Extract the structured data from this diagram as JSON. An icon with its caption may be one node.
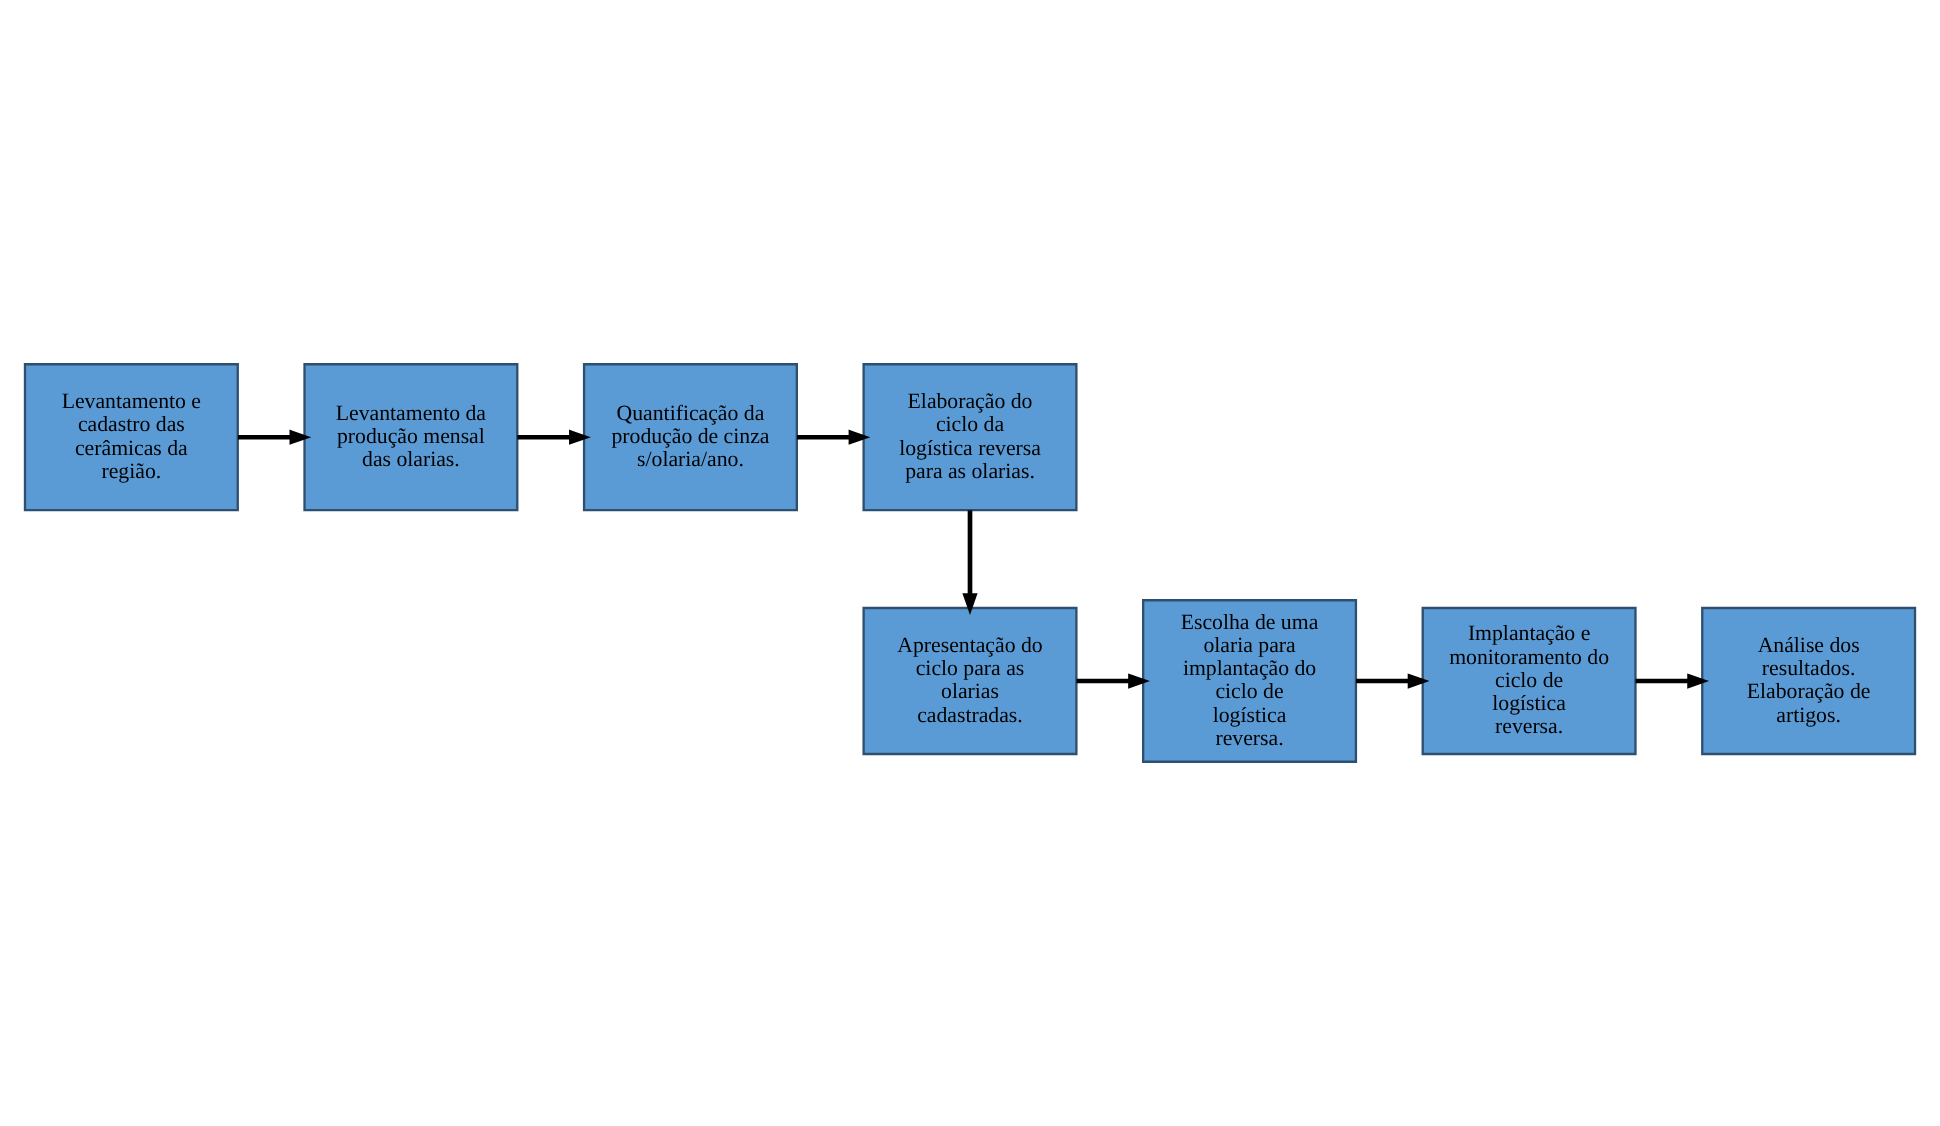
{
  "diagram": {
    "nodes": [
      {
        "text": [
          "Levantamento e cadastro das cerâmicas da região."
        ]
      },
      {
        "text": [
          "Levantamento da produção mensal das olarias."
        ]
      },
      {
        "text": [
          "Quantificação da produção de cinzas/olaria/ano."
        ]
      },
      {
        "text": [
          "Elaboração do ciclo da logística reversa para as olarias."
        ]
      },
      {
        "text": [
          "Apresentação do ciclo para as olarias cadastradas."
        ]
      },
      {
        "text": [
          "Escolha de uma olaria para implantação do ciclo de logística reversa."
        ]
      },
      {
        "text": [
          "Implantação e monitoramento do ciclo de logística reversa."
        ]
      },
      {
        "text": [
          "Análise dos resultados. Elaboração de artigos."
        ]
      }
    ],
    "edges": [
      {
        "from": 0,
        "to": 1,
        "arrow": "to"
      },
      {
        "from": 1,
        "to": 2,
        "arrow": "to"
      },
      {
        "from": 2,
        "to": 3,
        "arrow": "to"
      },
      {
        "from": 3,
        "to": 4,
        "arrow": "to"
      },
      {
        "from": 4,
        "to": 5,
        "arrow": "to"
      },
      {
        "from": 5,
        "to": 6,
        "arrow": "to"
      },
      {
        "from": 6,
        "to": 7,
        "arrow": "to"
      }
    ]
  }
}
